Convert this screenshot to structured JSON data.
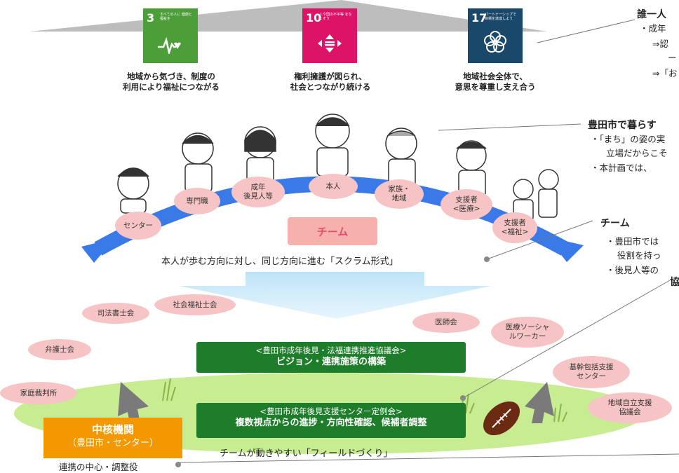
{
  "sdgs": [
    {
      "number": "3",
      "label": "すべての人に 健康と福祉を",
      "icon": "heartbeat-icon",
      "color": "#4c9f38",
      "caption": [
        "地域から気づき、制度の",
        "利用により福祉につながる"
      ]
    },
    {
      "number": "10",
      "label": "人や国の不平等 をなくそう",
      "icon": "equality-icon",
      "color": "#dd1367",
      "caption": [
        "権利擁護が図られ、",
        "社会とつながり続ける"
      ]
    },
    {
      "number": "17",
      "label": "パートナーシップで 目標を達成しよう",
      "icon": "partnership-icon",
      "color": "#19486a",
      "caption": [
        "地域社会全体で、",
        "意思を尊重し支え合う"
      ]
    }
  ],
  "right_texts": {
    "block1": {
      "title": "誰一人",
      "lines": [
        "・成年",
        "⇒認",
        "ー",
        "⇒「お"
      ]
    },
    "block2": {
      "title": "豊田市で暮らす",
      "lines": [
        "・「まち」の姿の実",
        "立場だからこそ",
        "・本計画では、"
      ]
    },
    "block3": {
      "title": "チーム",
      "lines": [
        "・豊田市では",
        "役割を持っ",
        "・後見人等の"
      ]
    },
    "block4": {
      "title": "協"
    }
  },
  "team_members": [
    "センター",
    "専門職",
    "成年\n後見人等",
    "本人",
    "家族・\n地域",
    "支援者\n<医療>",
    "支援者\n<福祉>"
  ],
  "team_label": "チーム",
  "scrum_text": "本人が歩む方向に対し、同じ方向に進む「スクラム形式」",
  "organizations": [
    "司法書士会",
    "社会福祉士会",
    "弁護士会",
    "家庭裁判所",
    "医師会",
    "医療ソーシャ\nルワーカー",
    "基幹包括支援\nセンター",
    "地域自立支援\n協議会"
  ],
  "council1": {
    "sub": "<豊田市成年後見・法福連携推進協議会>",
    "main": "ビジョン・連携施策の構築"
  },
  "council2": {
    "sub": "<豊田市成年後見支援センター定例会>",
    "main": "複数視点からの進捗・方向性確認、候補者調整"
  },
  "core": {
    "title": "中核機関",
    "sub": "（豊田市・センター）"
  },
  "field_text": "チームが動きやすい「フィールドづくり」",
  "coordination_text": "連携の中心・調整役",
  "colors": {
    "arc": "#3a79e8",
    "field": "#c7ec92",
    "green": "#1e7d2a",
    "orange": "#f39800",
    "team_label_bg": "#f6b1ad",
    "team_label_fg": "#e0506a",
    "bubble": "#f6c4c4"
  }
}
